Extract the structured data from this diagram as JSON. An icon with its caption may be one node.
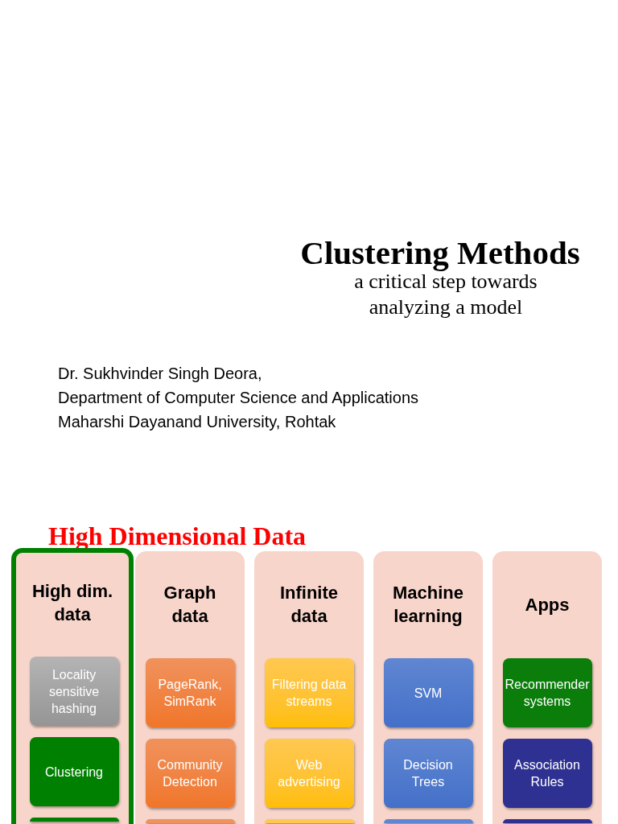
{
  "diagram": {
    "title": "Clustering Methods",
    "nodes": [
      {
        "text": [
          "High dim. data"
        ]
      },
      {
        "text": [
          "Locality sensitive hashing"
        ],
        "in": 0
      },
      {
        "text": [
          "Clustering"
        ],
        "in": 0
      },
      {
        "text": [],
        "shape": "box",
        "in": 0
      },
      {
        "text": [
          "Graph data"
        ]
      },
      {
        "text": [
          "PageRank, SimRank"
        ],
        "in": 4
      },
      {
        "text": [
          "Community Detection"
        ],
        "in": 4
      },
      {
        "text": [],
        "shape": "box",
        "in": 4
      },
      {
        "text": [
          "Infinite data"
        ]
      },
      {
        "text": [
          "Filtering data streams"
        ],
        "in": 8
      },
      {
        "text": [
          "Web advertising"
        ],
        "in": 8
      },
      {
        "text": [],
        "shape": "box",
        "in": 8
      },
      {
        "text": [
          "Machine learning"
        ]
      },
      {
        "text": [
          "SVM"
        ],
        "in": 12
      },
      {
        "text": [
          "Decision Trees"
        ],
        "in": 12
      },
      {
        "text": [],
        "shape": "box",
        "in": 12
      },
      {
        "text": [
          "Apps"
        ]
      },
      {
        "text": [
          "Recommender systems"
        ],
        "in": 16
      },
      {
        "text": [
          "Association Rules"
        ],
        "in": 16
      },
      {
        "text": [],
        "shape": "box",
        "in": 16
      }
    ],
    "labels": [
      "a critical step towards analyzing a model",
      "Dr. Sukhvinder Singh Deora,",
      "Department of Computer Science and Applications",
      "Maharshi Dayanand University, Rohtak",
      "High Dimensional Data"
    ]
  }
}
